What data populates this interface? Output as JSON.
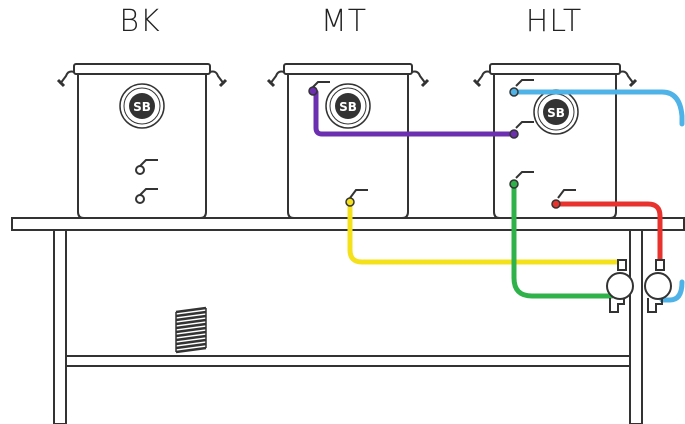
{
  "kettles": [
    {
      "label": "BK",
      "badge": "SB"
    },
    {
      "label": "MT",
      "badge": "SB"
    },
    {
      "label": "HLT",
      "badge": "SB"
    }
  ],
  "colors": {
    "outline": "#333333",
    "hose_purple": "#6b2fb0",
    "hose_blue": "#4fb3e8",
    "hose_yellow": "#f4e11c",
    "hose_green": "#2fb24a",
    "hose_red": "#e8322d"
  }
}
